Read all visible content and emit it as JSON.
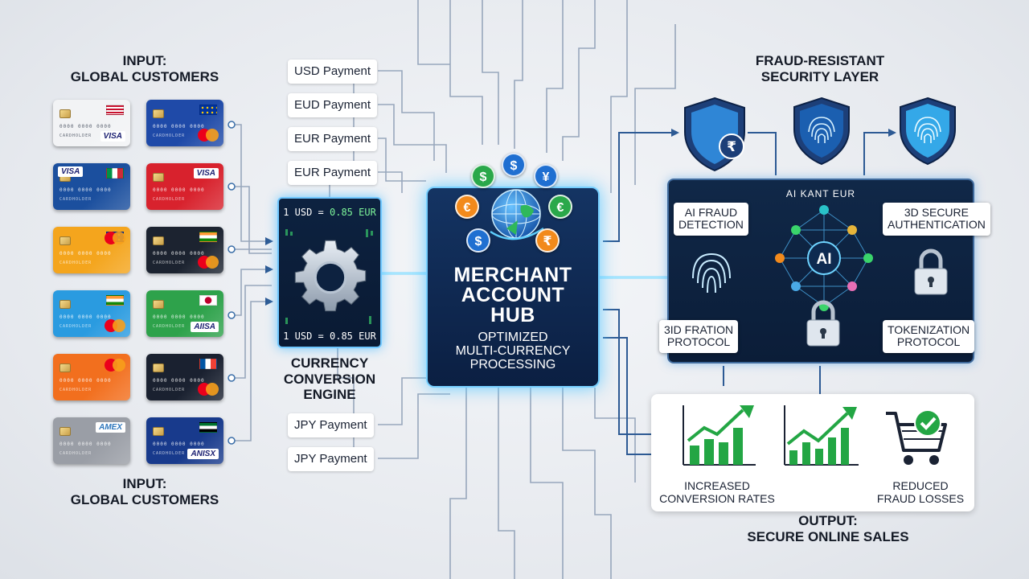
{
  "input_top": {
    "line1": "INPUT:",
    "line2": "GLOBAL CUSTOMERS"
  },
  "input_bottom": {
    "line1": "INPUT:",
    "line2": "GLOBAL CUSTOMERS"
  },
  "cards": [
    {
      "color": "#f2f3f5",
      "brand": "VISA",
      "flag": "us",
      "light": true,
      "num": "0000 0000 0000",
      "num2": "CARDHOLDER"
    },
    {
      "color": "#1f4aa8",
      "brand": "mastercard",
      "flag": "eu",
      "num": "0000 0000 0000",
      "num2": "CARDHOLDER"
    },
    {
      "color": "#1b4f9e",
      "brand": "VISA_top",
      "flag": "it",
      "num": "0000 0000 0000",
      "num2": "CARDHOLDER"
    },
    {
      "color": "#d8222d",
      "brand": "VISA",
      "flag": "none",
      "num": "0000 0000 0000",
      "num2": "CARDHOLDER"
    },
    {
      "color": "#f4a51d",
      "brand": "mastercard_top",
      "flag": "eu",
      "num": "0000 0000 0000",
      "num2": "CARDHOLDER"
    },
    {
      "color": "#1c2330",
      "brand": "mastercard",
      "flag": "in",
      "num": "0000 0000 0000",
      "num2": "CARDHOLDER"
    },
    {
      "color": "#2a9be0",
      "brand": "mastercard",
      "flag": "in",
      "num": "0000 0000 0000",
      "num2": "CARDHOLDER"
    },
    {
      "color": "#2ea24b",
      "brand": "AIISA",
      "flag": "jp",
      "num": "0000 0000 0000",
      "num2": "CARDHOLDER"
    },
    {
      "color": "#f26f1e",
      "brand": "mastercard_top",
      "flag": "none",
      "num": "0000 0000 0000",
      "num2": "CARDHOLDER"
    },
    {
      "color": "#1a2130",
      "brand": "mastercard",
      "flag": "fr",
      "num": "0000 0000 0000",
      "num2": "CARDHOLDER"
    },
    {
      "color": "#9a9ea6",
      "brand": "AMEX",
      "flag": "none",
      "num": "0000 0000 0000",
      "num2": "CARDHOLDER"
    },
    {
      "color": "#183a8c",
      "brand": "ANISX",
      "flag": "ae",
      "num": "0000 0000 0000",
      "num2": "CARDHOLDER"
    }
  ],
  "payments_top": [
    "USD Payment",
    "EUD Payment",
    "EUR Payment",
    "EUR Payment"
  ],
  "payments_bottom": [
    "JPY Payment",
    "JPY Payment"
  ],
  "engine": {
    "rate_top_prefix": "1 USD = ",
    "rate_top_value": "0.85 EUR",
    "rate_bottom_prefix": "1 USD = ",
    "rate_bottom_value": "0.85 EUR",
    "caption_line1": "CURRENCY",
    "caption_line2": "CONVERSION",
    "caption_line3": "ENGINE"
  },
  "hub": {
    "title_line1": "MERCHANT",
    "title_line2": "ACCOUNT",
    "title_line3": "HUB",
    "sub_line1": "OPTIMIZED",
    "sub_line2": "MULTI-CURRENCY",
    "sub_line3": "PROCESSING",
    "coins": [
      "$",
      "$",
      "¥",
      "€",
      "€",
      "$",
      "₹"
    ]
  },
  "security": {
    "title_line1": "FRAUD-RESISTANT",
    "title_line2": "SECURITY LAYER",
    "panel_head": "AI KANT EUR",
    "label_ai_line1": "AI FRAUD",
    "label_ai_line2": "DETECTION",
    "label_3d_line1": "3D SECURE",
    "label_3d_line2": "AUTHENTICATION",
    "label_3id_line1": "3ID FRATION",
    "label_3id_line2": "PROTOCOL",
    "label_token_line1": "TOKENIZATION",
    "label_token_line2": "PROTOCOL",
    "ai_badge": "AI",
    "shield_symbol": "₹"
  },
  "output": {
    "conv_line1": "INCREASED",
    "conv_line2": "CONVERSION RATES",
    "fraud_line1": "REDUCED",
    "fraud_line2": "FRAUD LOSSES",
    "caption_line1": "OUTPUT:",
    "caption_line2": "SECURE ONLINE SALES"
  },
  "colors": {
    "wire": "#7a8ea8",
    "wire_dark": "#1f3a66",
    "glow": "#5fd0ff",
    "green": "#23a644",
    "panel_dark": "#0b1f42"
  }
}
